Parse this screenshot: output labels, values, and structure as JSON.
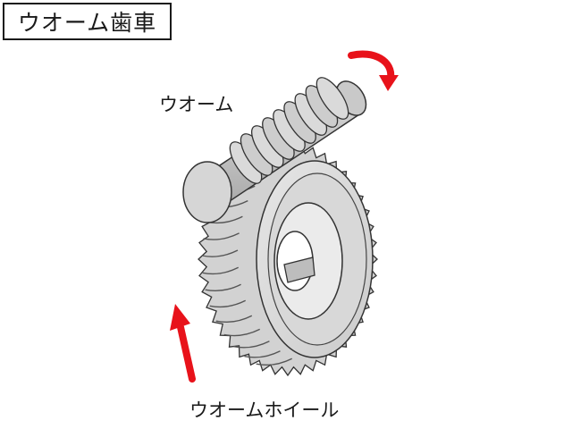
{
  "title": "ウオーム歯車",
  "labels": {
    "worm": "ウオーム",
    "worm_wheel": "ウオームホイール"
  },
  "colors": {
    "arrow": "#e8121a",
    "outline": "#333333",
    "fill_light": "#e2e2e2",
    "fill_mid": "#cfcfcf",
    "fill_dark": "#b5b5b5"
  },
  "icons": {
    "rotation_arrow": "curved-arrow-icon",
    "direction_arrow": "up-arrow-icon"
  }
}
